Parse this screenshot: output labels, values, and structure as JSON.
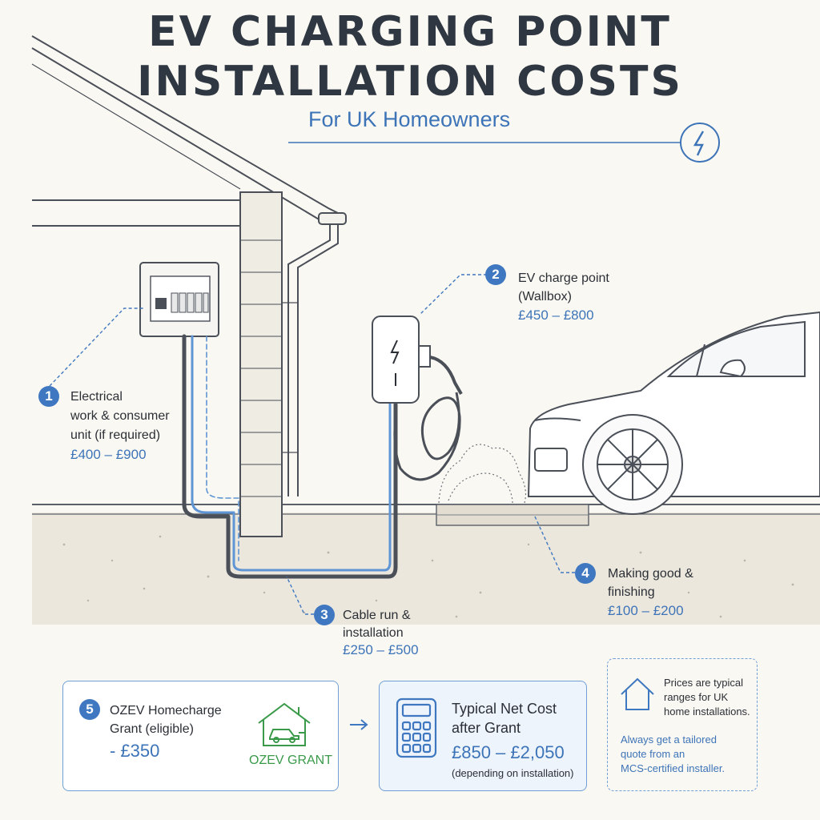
{
  "header": {
    "title_line1": "EV CHARGING POINT",
    "title_line2": "INSTALLATION COSTS",
    "subtitle": "For UK Homeowners"
  },
  "callouts": [
    {
      "number": "1",
      "line1": "Electrical",
      "line2": "work & consumer",
      "line3": "unit (if required)",
      "price": "£400 – £900"
    },
    {
      "number": "2",
      "line1": "EV charge point",
      "line2": "(Wallbox)",
      "price": "£450 – £800"
    },
    {
      "number": "3",
      "line1": "Cable run &",
      "line2": "installation",
      "price": "£250 – £500"
    },
    {
      "number": "4",
      "line1": "Making good &",
      "line2": "finishing",
      "price": "£100 – £200"
    }
  ],
  "grant": {
    "number": "5",
    "line1": "OZEV Homecharge",
    "line2": "Grant (eligible)",
    "amount": "- £350",
    "badge": "OZEV GRANT"
  },
  "net_cost": {
    "line1": "Typical Net Cost",
    "line2": "after Grant",
    "range": "£850 – £2,050",
    "note": "(depending on installation)"
  },
  "notice": {
    "line1": "Prices are typical",
    "line2": "ranges for UK",
    "line3": "home installations.",
    "advice1": "Always get a tailored",
    "advice2": "quote from an",
    "advice3": "MCS-certified installer."
  },
  "colors": {
    "accent": "#3f78c0",
    "ink": "#2b2f36",
    "background": "#faf8f2",
    "grant_green": "#3a9a4a"
  }
}
